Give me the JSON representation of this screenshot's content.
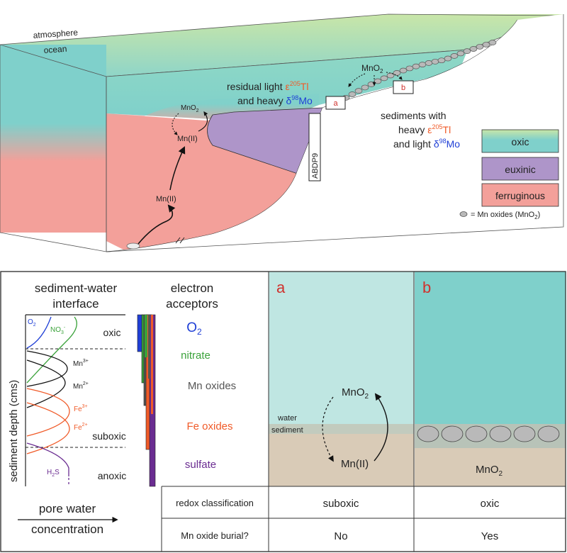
{
  "colors": {
    "oxic_top": "#c9e6a8",
    "oxic": "#7fd0cb",
    "euxinic": "#ae95c9",
    "ferruginous": "#f3a09a",
    "sediment": "#d9cbb7",
    "mn_oxide": "#b9b9b9",
    "accent_red": "#d0312d",
    "o2_blue": "#1f3fd6",
    "nitrate_green": "#3aa23a",
    "mn_gray": "#555555",
    "fe_orange": "#f05a28",
    "sulfate_purple": "#6a2c91"
  },
  "top_panel": {
    "atmosphere": "atmosphere",
    "ocean": "ocean",
    "mno2": "MnO",
    "mno2_sub": "2",
    "residual_line1_pre": "residual light ",
    "eps": "ε",
    "tl_mass": "205",
    "tl": "Tl",
    "residual_line2_pre": "and heavy ",
    "delta": "δ",
    "mo_mass": "98",
    "mo": "Mo",
    "sed_line1": "sediments with",
    "sed_line2_pre": "heavy ",
    "sed_line3_pre": "and light ",
    "box_a": "a",
    "box_b": "b",
    "site": "ABDP9",
    "mn_ii_upper": "Mn(II)",
    "mn_ii_lower": "Mn(II)",
    "legend": {
      "oxic": "oxic",
      "euxinic": "euxinic",
      "ferruginous": "ferruginous",
      "mn_oxides_label": "= Mn oxides (MnO",
      "mn_oxides_sub": "2",
      "mn_oxides_close": ")"
    }
  },
  "bottom_left": {
    "title_line1": "sediment-water",
    "title_line2": "interface",
    "acceptors_line1": "electron",
    "acceptors_line2": "acceptors",
    "y_axis": "sediment depth (cms)",
    "x_axis_line1": "pore water",
    "x_axis_line2": "concentration",
    "zones": {
      "oxic": "oxic",
      "suboxic": "suboxic",
      "anoxic": "anoxic"
    },
    "species": {
      "o2": "O",
      "o2_sub": "2",
      "no3": "NO",
      "no3_sub": "3",
      "no3_sup": "-",
      "mn3": "Mn",
      "mn3_sup": "3+",
      "mn2": "Mn",
      "mn2_sup": "2+",
      "fe3": "Fe",
      "fe3_sup": "3+",
      "fe2": "Fe",
      "fe2_sup": "2+",
      "h2s": "H",
      "h2s_sub": "2",
      "h2s_tail": "S"
    },
    "acceptors": {
      "o2": "O",
      "o2_sub": "2",
      "nitrate": "nitrate",
      "mn_oxides": "Mn oxides",
      "fe_oxides": "Fe oxides",
      "sulfate": "sulfate"
    }
  },
  "panel_a": {
    "label": "a",
    "water": "water",
    "sediment": "sediment",
    "mno2": "MnO",
    "mno2_sub": "2",
    "mn_ii": "Mn(II)"
  },
  "panel_b": {
    "label": "b",
    "mno2": "MnO",
    "mno2_sub": "2"
  },
  "table": {
    "row1_label": "redox  classification",
    "row1_a": "suboxic",
    "row1_b": "oxic",
    "row2_label": "Mn oxide burial?",
    "row2_a": "No",
    "row2_b": "Yes"
  }
}
